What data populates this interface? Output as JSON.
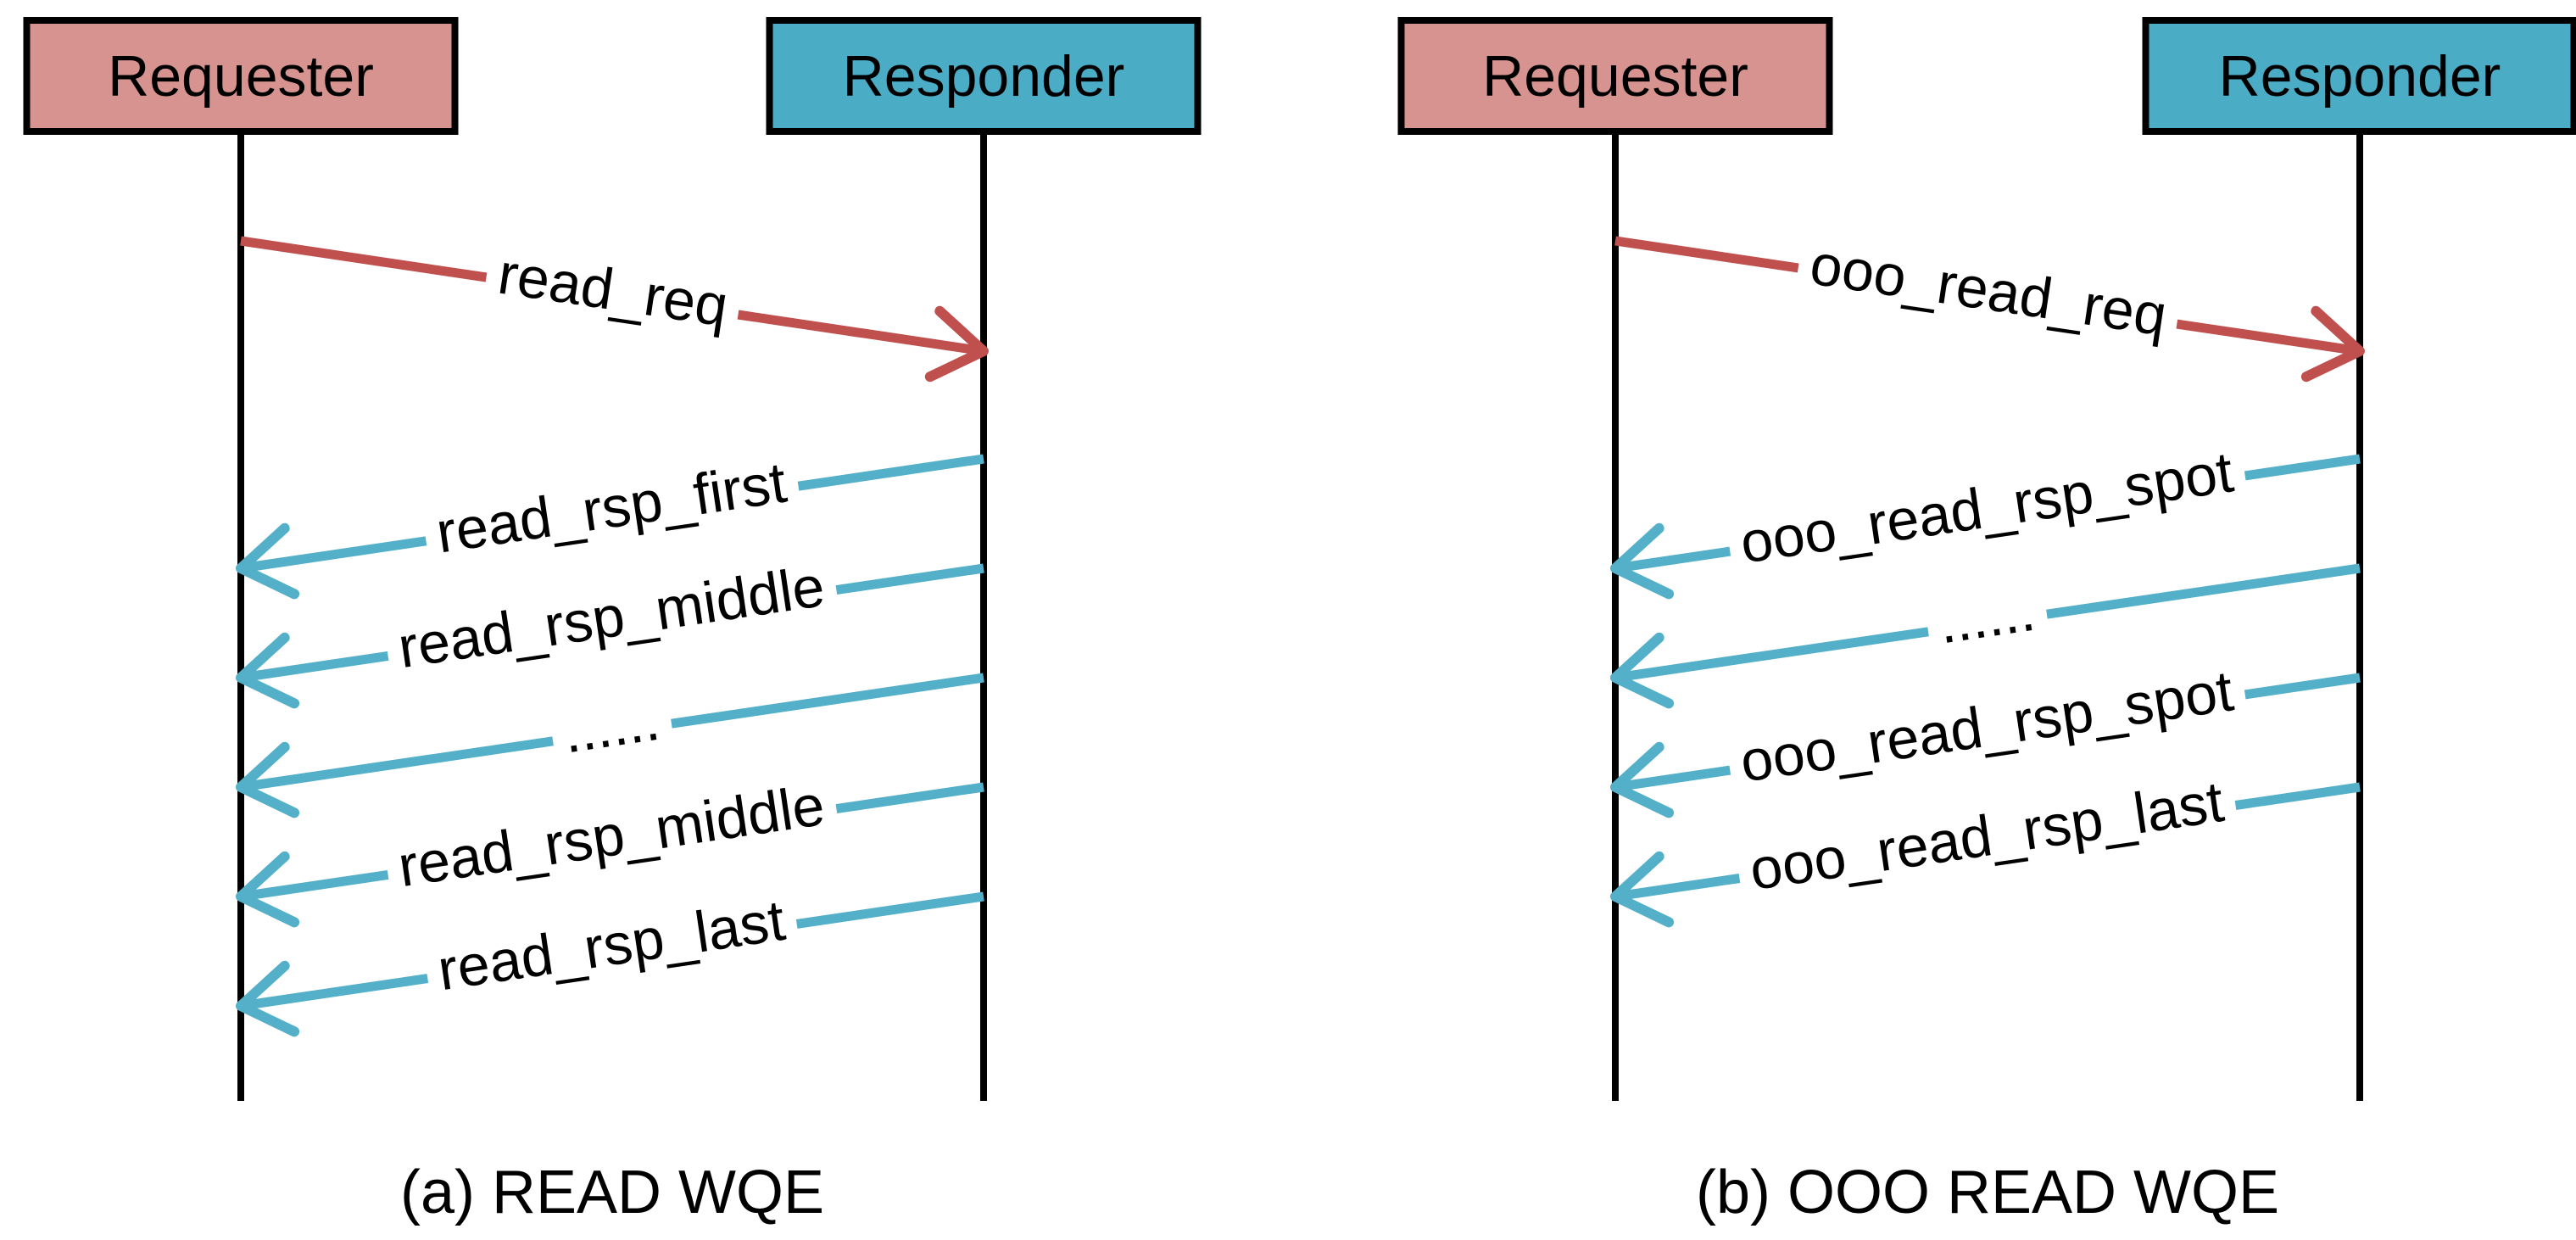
{
  "figure": {
    "type": "sequence-diagram",
    "panels": [
      {
        "caption": "(a) READ WQE",
        "requester_label": "Requester",
        "responder_label": "Responder",
        "request_message": {
          "label": "read_req"
        },
        "response_messages": [
          "read_rsp_first",
          "read_rsp_middle",
          "......",
          "read_rsp_middle",
          "read_rsp_last"
        ]
      },
      {
        "caption": "(b) OOO READ WQE",
        "requester_label": "Requester",
        "responder_label": "Responder",
        "request_message": {
          "label": "ooo_read_req"
        },
        "response_messages": [
          "ooo_read_rsp_spot",
          "......",
          "ooo_read_rsp_spot",
          "ooo_read_rsp_last"
        ]
      }
    ],
    "colors": {
      "requester_fill": "#d69390",
      "responder_fill": "#4bacc6",
      "box_border": "#000000",
      "lifeline": "#000000",
      "request_arrow": "#c0504d",
      "response_arrow": "#54b0c9",
      "text": "#000000",
      "background": "#ffffff"
    }
  }
}
